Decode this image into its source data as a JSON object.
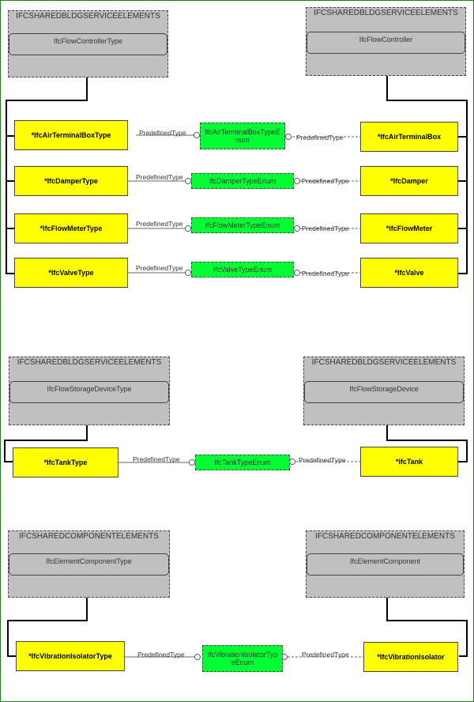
{
  "sections": [
    {
      "left_package": {
        "title": "IFCSHAREDBLDGSERVICEELEMENTS",
        "entity": "IfcFlowControllerType"
      },
      "right_package": {
        "title": "IFCSHAREDBLDGSERVICEELEMENTS",
        "entity": "IfcFlowController"
      },
      "rows": [
        {
          "type": "*IfcAirTerminalBoxType",
          "enum_line1": "IfcAirTerminalBoxTypeE",
          "enum_line2": "num",
          "entity": "*IfcAirTerminalBox",
          "left_rel": "PredefinedType",
          "right_rel": "PredefinedType"
        },
        {
          "type": "*IfcDamperType",
          "enum_line1": "IfcDamperTypeEnum",
          "enum_line2": "",
          "entity": "*IfcDamper",
          "left_rel": "PredefinedType",
          "right_rel": "PredefinedType"
        },
        {
          "type": "*IfcFlowMeterType",
          "enum_line1": "IfcFlowMeterTypeEnum",
          "enum_line2": "",
          "entity": "*IfcFlowMeter",
          "left_rel": "PredefinedType",
          "right_rel": "PredefinedType"
        },
        {
          "type": "*IfcValveType",
          "enum_line1": "IfcValveTypeEnum",
          "enum_line2": "",
          "entity": "*IfcValve",
          "left_rel": "PredefinedType",
          "right_rel": "PredefinedType"
        }
      ]
    },
    {
      "left_package": {
        "title": "IFCSHAREDBLDGSERVICEELEMENTS",
        "entity": "IfcFlowStorageDeviceType"
      },
      "right_package": {
        "title": "IFCSHAREDBLDGSERVICEELEMENTS",
        "entity": "IfcFlowStorageDevice"
      },
      "rows": [
        {
          "type": "*IfcTankType",
          "enum_line1": "IfcTankTypeEnum",
          "enum_line2": "",
          "entity": "*IfcTank",
          "left_rel": "PredefinedType",
          "right_rel": "PredefinedType"
        }
      ]
    },
    {
      "left_package": {
        "title": "IFCSHAREDCOMPONENTELEMENTS",
        "entity": "IfcElementComponentType"
      },
      "right_package": {
        "title": "IFCSHAREDCOMPONENTELEMENTS",
        "entity": "IfcElementComponent"
      },
      "rows": [
        {
          "type": "*IfcVibrationIsolatorType",
          "enum_line1": "IfcVibrationIsolatorTyp",
          "enum_line2": "eEnum",
          "entity": "*IfcVibrationIsolator",
          "left_rel": "PredefinedType",
          "right_rel": "PredefinedType"
        }
      ]
    }
  ],
  "colors": {
    "entity": "#ffff00",
    "enum": "#00ff33",
    "package": "#c0c0c0",
    "frame": "#1d7a1d"
  }
}
